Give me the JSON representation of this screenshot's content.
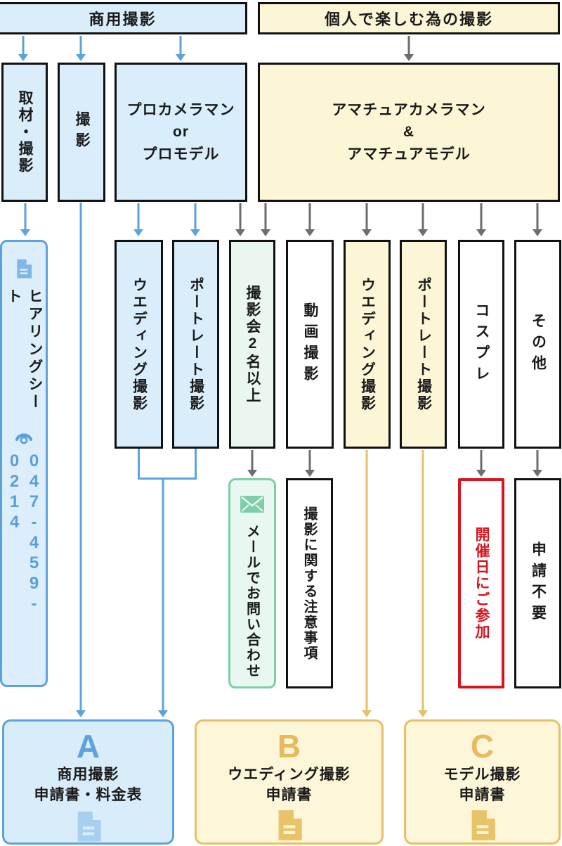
{
  "headers": {
    "commercial": "商用撮影",
    "personal": "個人で楽しむ為の撮影"
  },
  "commercial_branch": {
    "coverage": "取材・撮影",
    "shooting": "撮影",
    "pro": {
      "line1": "プロカメラマン",
      "line2": "or",
      "line3": "プロモデル"
    }
  },
  "personal_branch": {
    "amateur": {
      "line1": "アマチュアカメラマン",
      "line2": "&",
      "line3": "アマチュアモデル"
    }
  },
  "middle_row": {
    "hearing_sheet": {
      "label": "ヒアリングシート",
      "phone": "047-459-0214"
    },
    "wedding_pro": "ウエディング撮影",
    "portrait_pro": "ポートレート撮影",
    "group_shoot": "撮影会2名以上",
    "video": "動画撮影",
    "wedding_amateur": "ウエディング撮影",
    "portrait_amateur": "ポートレート撮影",
    "cosplay": "コスプレ",
    "other": "その他"
  },
  "lower_row": {
    "mail_contact": "メールでお問い合わせ",
    "notes": "撮影に関する注意事項",
    "event_day": "開催日にご参加",
    "no_application": "申請不要"
  },
  "results": {
    "a": {
      "letter": "A",
      "line1": "商用撮影",
      "line2": "申請書・料金表"
    },
    "b": {
      "letter": "B",
      "line1": "ウエディング撮影",
      "line2": "申請書"
    },
    "c": {
      "letter": "C",
      "line1": "モデル撮影",
      "line2": "申請書"
    }
  },
  "icons": {
    "document": "document-icon",
    "phone": "phone-icon",
    "mail": "mail-icon"
  },
  "colors": {
    "blue_fill": "#d9edfb",
    "blue_accent": "#5da2dc",
    "yellow_fill": "#fdf6d6",
    "tan_accent": "#e8bf68",
    "mint_fill": "#e9f7ef",
    "green_accent": "#7ecfa6",
    "red_accent": "#d5161f",
    "gray_arrow": "#6d6d6d"
  }
}
